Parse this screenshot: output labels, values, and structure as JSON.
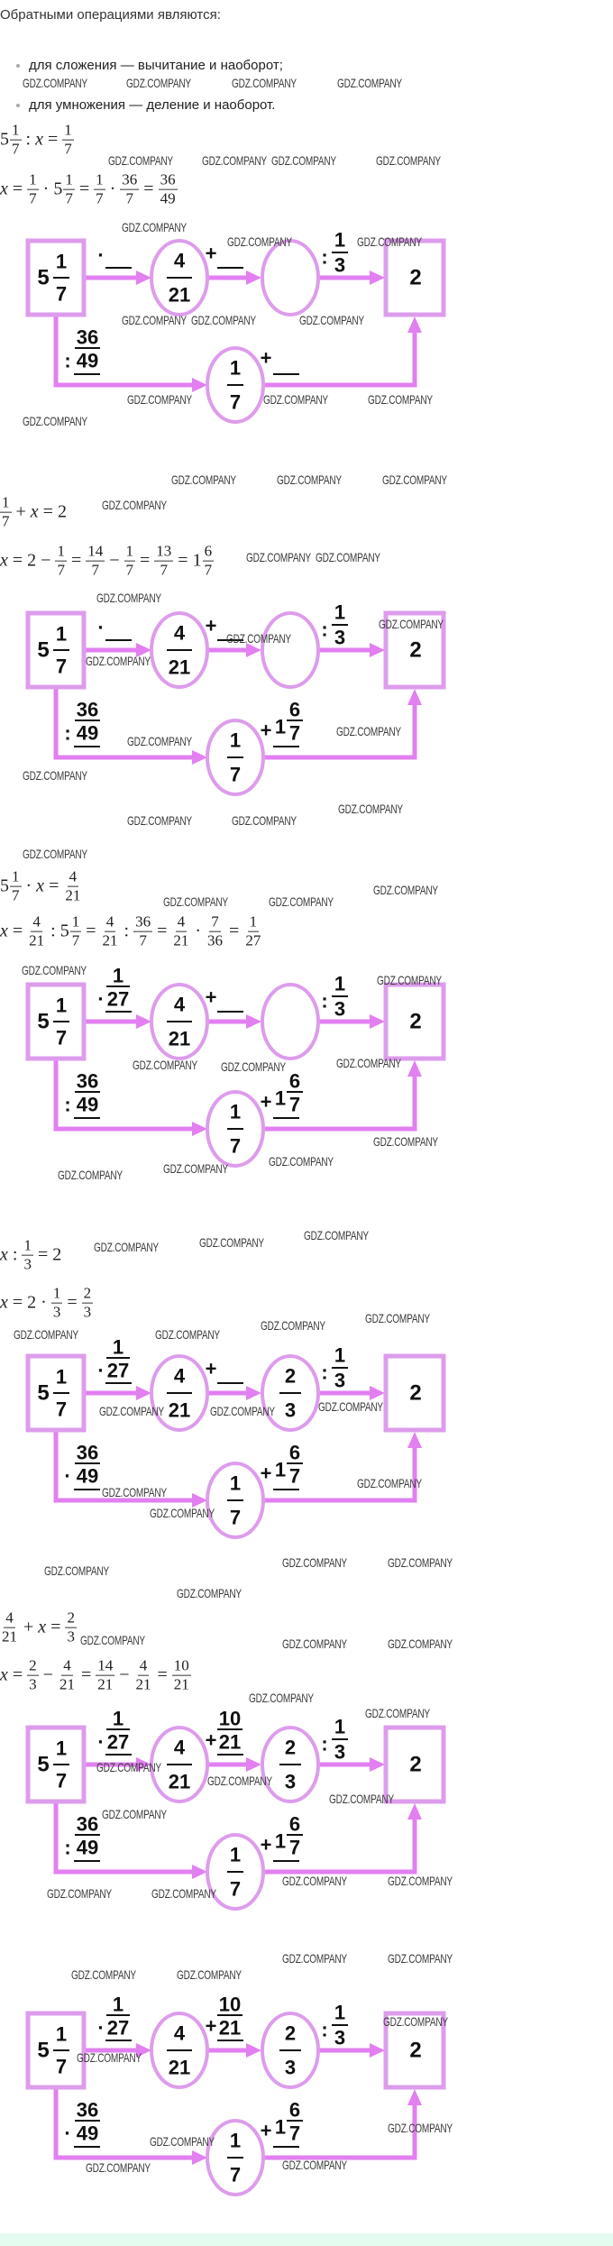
{
  "title": "Обратными операциями являются:",
  "bullets": [
    "для сложения — вычитание и наоборот;",
    "для умножения — деление и наоборот."
  ],
  "watermark": "GDZ.COMPANY",
  "colors": {
    "line": "#e27ff1",
    "shape": "#dd9cec"
  },
  "sections": [
    {
      "equations": [
        [
          {
            "m": "5",
            "n": "1",
            "d": "7"
          },
          {
            "t": ":"
          },
          {
            "v": "x"
          },
          {
            "t": "="
          },
          {
            "n": "1",
            "d": "7"
          }
        ],
        [
          {
            "v": "x"
          },
          {
            "t": "="
          },
          {
            "n": "1",
            "d": "7"
          },
          {
            "t": "·"
          },
          {
            "m": "5",
            "n": "1",
            "d": "7"
          },
          {
            "t": "="
          },
          {
            "n": "1",
            "d": "7"
          },
          {
            "t": "·"
          },
          {
            "n": "36",
            "d": "7"
          },
          {
            "t": "="
          },
          {
            "n": "36",
            "d": "49"
          }
        ]
      ],
      "diagram": {
        "start": {
          "whole": "5",
          "num": "1",
          "den": "7"
        },
        "c1": {
          "num": "4",
          "den": "21"
        },
        "c2": {
          "num": "",
          "den": ""
        },
        "lower": {
          "num": "1",
          "den": "7"
        },
        "end": "2",
        "e1": {
          "op": "·",
          "num": "",
          "den": ""
        },
        "e2": {
          "op": "+",
          "num": "",
          "den": ""
        },
        "e3": {
          "op": ":",
          "num": "1",
          "den": "3"
        },
        "e4": {
          "op": ":",
          "num": "36",
          "den": "49"
        },
        "e5": {
          "op": "+",
          "whole": "",
          "num": "",
          "den": ""
        }
      }
    },
    {
      "equations": [
        [
          {
            "n": "1",
            "d": "7"
          },
          {
            "t": "+"
          },
          {
            "v": "x"
          },
          {
            "t": "="
          },
          {
            "t": "2"
          }
        ],
        [
          {
            "v": "x"
          },
          {
            "t": "="
          },
          {
            "t": "2"
          },
          {
            "t": "−"
          },
          {
            "n": "1",
            "d": "7"
          },
          {
            "t": "="
          },
          {
            "n": "14",
            "d": "7"
          },
          {
            "t": "−"
          },
          {
            "n": "1",
            "d": "7"
          },
          {
            "t": "="
          },
          {
            "n": "13",
            "d": "7"
          },
          {
            "t": "="
          },
          {
            "m": "1",
            "n": "6",
            "d": "7"
          }
        ]
      ],
      "diagram": {
        "start": {
          "whole": "5",
          "num": "1",
          "den": "7"
        },
        "c1": {
          "num": "4",
          "den": "21"
        },
        "c2": {
          "num": "",
          "den": ""
        },
        "lower": {
          "num": "1",
          "den": "7"
        },
        "end": "2",
        "e1": {
          "op": "·",
          "num": "",
          "den": ""
        },
        "e2": {
          "op": "+",
          "num": "",
          "den": ""
        },
        "e3": {
          "op": ":",
          "num": "1",
          "den": "3"
        },
        "e4": {
          "op": ":",
          "num": "36",
          "den": "49"
        },
        "e5": {
          "op": "+",
          "whole": "1",
          "num": "6",
          "den": "7"
        }
      }
    },
    {
      "equations": [
        [
          {
            "m": "5",
            "n": "1",
            "d": "7"
          },
          {
            "t": "·"
          },
          {
            "v": "x"
          },
          {
            "t": "="
          },
          {
            "n": "4",
            "d": "21"
          }
        ],
        [
          {
            "v": "x"
          },
          {
            "t": "="
          },
          {
            "n": "4",
            "d": "21"
          },
          {
            "t": ":"
          },
          {
            "m": "5",
            "n": "1",
            "d": "7"
          },
          {
            "t": "="
          },
          {
            "n": "4",
            "d": "21"
          },
          {
            "t": ":"
          },
          {
            "n": "36",
            "d": "7"
          },
          {
            "t": "="
          },
          {
            "n": "4",
            "d": "21"
          },
          {
            "t": "·"
          },
          {
            "n": "7",
            "d": "36"
          },
          {
            "t": "="
          },
          {
            "n": "1",
            "d": "27"
          }
        ]
      ],
      "diagram": {
        "start": {
          "whole": "5",
          "num": "1",
          "den": "7"
        },
        "c1": {
          "num": "4",
          "den": "21"
        },
        "c2": {
          "num": "",
          "den": ""
        },
        "lower": {
          "num": "1",
          "den": "7"
        },
        "end": "2",
        "e1": {
          "op": "·",
          "num": "1",
          "den": "27"
        },
        "e2": {
          "op": "+",
          "num": "",
          "den": ""
        },
        "e3": {
          "op": ":",
          "num": "1",
          "den": "3"
        },
        "e4": {
          "op": ":",
          "num": "36",
          "den": "49"
        },
        "e5": {
          "op": "+",
          "whole": "1",
          "num": "6",
          "den": "7"
        }
      }
    },
    {
      "equations": [
        [
          {
            "v": "x"
          },
          {
            "t": ":"
          },
          {
            "n": "1",
            "d": "3"
          },
          {
            "t": "="
          },
          {
            "t": "2"
          }
        ],
        [
          {
            "v": "x"
          },
          {
            "t": "="
          },
          {
            "t": "2"
          },
          {
            "t": "·"
          },
          {
            "n": "1",
            "d": "3"
          },
          {
            "t": "="
          },
          {
            "n": "2",
            "d": "3"
          }
        ]
      ],
      "diagram": {
        "start": {
          "whole": "5",
          "num": "1",
          "den": "7"
        },
        "c1": {
          "num": "4",
          "den": "21"
        },
        "c2": {
          "num": "2",
          "den": "3"
        },
        "lower": {
          "num": "1",
          "den": "7"
        },
        "end": "2",
        "e1": {
          "op": "·",
          "num": "1",
          "den": "27"
        },
        "e2": {
          "op": "+",
          "num": "",
          "den": ""
        },
        "e3": {
          "op": ":",
          "num": "1",
          "den": "3"
        },
        "e4": {
          "op": "·",
          "num": "36",
          "den": "49"
        },
        "e5": {
          "op": "+",
          "whole": "1",
          "num": "6",
          "den": "7"
        }
      }
    },
    {
      "equations": [
        [
          {
            "n": "4",
            "d": "21"
          },
          {
            "t": "+"
          },
          {
            "v": "x"
          },
          {
            "t": "="
          },
          {
            "n": "2",
            "d": "3"
          }
        ],
        [
          {
            "v": "x"
          },
          {
            "t": "="
          },
          {
            "n": "2",
            "d": "3"
          },
          {
            "t": "−"
          },
          {
            "n": "4",
            "d": "21"
          },
          {
            "t": "="
          },
          {
            "n": "14",
            "d": "21"
          },
          {
            "t": "−"
          },
          {
            "n": "4",
            "d": "21"
          },
          {
            "t": "="
          },
          {
            "n": "10",
            "d": "21"
          }
        ]
      ],
      "diagram": {
        "start": {
          "whole": "5",
          "num": "1",
          "den": "7"
        },
        "c1": {
          "num": "4",
          "den": "21"
        },
        "c2": {
          "num": "2",
          "den": "3"
        },
        "lower": {
          "num": "1",
          "den": "7"
        },
        "end": "2",
        "e1": {
          "op": "·",
          "num": "1",
          "den": "27"
        },
        "e2": {
          "op": "+",
          "num": "10",
          "den": "21"
        },
        "e3": {
          "op": ":",
          "num": "1",
          "den": "3"
        },
        "e4": {
          "op": ":",
          "num": "36",
          "den": "49"
        },
        "e5": {
          "op": "+",
          "whole": "1",
          "num": "6",
          "den": "7"
        }
      }
    },
    {
      "equations": [],
      "diagram": {
        "start": {
          "whole": "5",
          "num": "1",
          "den": "7"
        },
        "c1": {
          "num": "4",
          "den": "21"
        },
        "c2": {
          "num": "2",
          "den": "3"
        },
        "lower": {
          "num": "1",
          "den": "7"
        },
        "end": "2",
        "e1": {
          "op": "·",
          "num": "1",
          "den": "27"
        },
        "e2": {
          "op": "+",
          "num": "10",
          "den": "21"
        },
        "e3": {
          "op": ":",
          "num": "1",
          "den": "3"
        },
        "e4": {
          "op": "·",
          "num": "36",
          "den": "49"
        },
        "e5": {
          "op": "+",
          "whole": "1",
          "num": "6",
          "den": "7"
        }
      }
    }
  ]
}
